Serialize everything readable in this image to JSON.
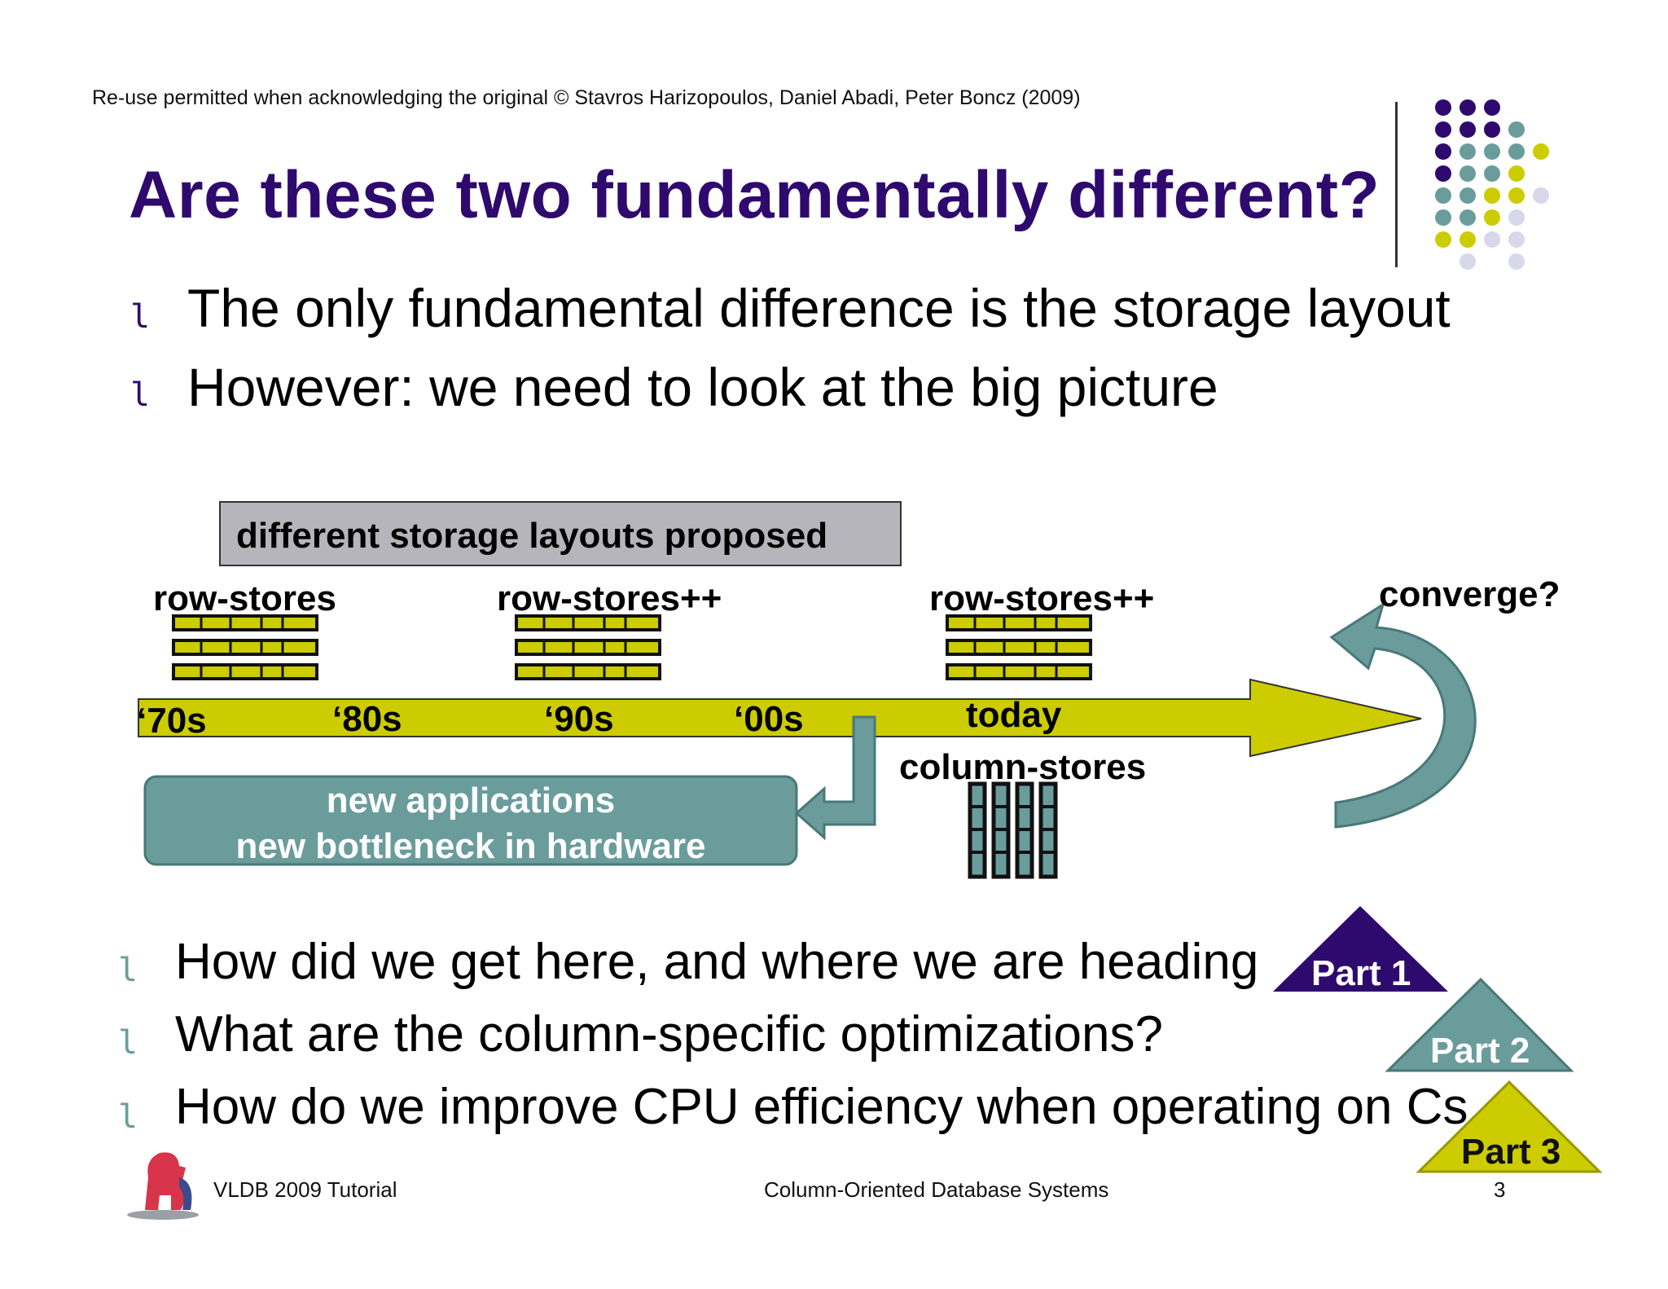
{
  "header": {
    "copyright": "Re-use permitted when acknowledging the original © Stavros Harizopoulos, Daniel Abadi, Peter Boncz (2009)",
    "title": "Are these two fundamentally different?"
  },
  "top_bullets": [
    {
      "marker": "l",
      "text": "The only fundamental difference is the storage layout"
    },
    {
      "marker": "l",
      "text": "However: we need to look at the big picture"
    }
  ],
  "diagram": {
    "banner": "different storage layouts proposed",
    "store_labels": {
      "rowstores_70s": "row-stores",
      "rowstores_90s": "row-stores++",
      "rowstores_today": "row-stores++",
      "columnstores": "column-stores",
      "converge": "converge?"
    },
    "timeline": [
      "‘70s",
      "‘80s",
      "‘90s",
      "‘00s",
      "today"
    ],
    "callout": {
      "line1": "new applications",
      "line2": "new bottleneck in hardware"
    }
  },
  "bottom_bullets": [
    {
      "marker": "l",
      "text": "How did we get here, and where we are heading"
    },
    {
      "marker": "l",
      "text": "What are the column-specific optimizations?"
    },
    {
      "marker": "l",
      "text": "How do we improve CPU efficiency when operating on Cs"
    }
  ],
  "parts": [
    "Part 1",
    "Part 2",
    "Part 3"
  ],
  "footer": {
    "left": "VLDB 2009 Tutorial",
    "center": "Column-Oriented Database Systems",
    "page": "3"
  },
  "colors": {
    "purple": "#2e0a6e",
    "teal": "#6a9c9c",
    "yellow": "#cccc00",
    "lavender": "#d8d8ea",
    "grey_box": "#b5b5bb"
  }
}
